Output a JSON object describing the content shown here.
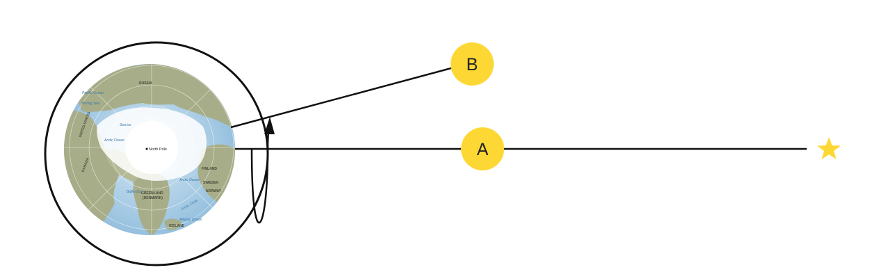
{
  "globe": {
    "labels": {
      "russia": "RUSSIA",
      "pacific": "Pacific Ocean",
      "bering": "Bering Sea",
      "usa": "UNITED STATES",
      "canada": "CANADA",
      "arctic_ocean": "Arctic Ocean",
      "sea_ice": "Sea ice",
      "north_pole": "North Pole",
      "baffin": "Baffin Bay",
      "greenland": "GREENLAND",
      "denmark": "(DENMARK)",
      "iceland": "ICELAND",
      "finland": "FINLAND",
      "sweden": "SWEDEN",
      "norway": "NORWAY",
      "arctic_circle": "Arctic Circle",
      "atlantic": "Atlantic Ocean",
      "arctic_ocean_2": "Arctic Ocean"
    }
  },
  "markers": {
    "a": "A",
    "b": "B"
  },
  "colors": {
    "marker_fill": "#fdd835",
    "star": "#fdd835",
    "line": "#111111",
    "ocean": "#a9cbe3",
    "land": "#a7ad88",
    "ice": "#ffffff"
  },
  "star_icon": "star-icon"
}
